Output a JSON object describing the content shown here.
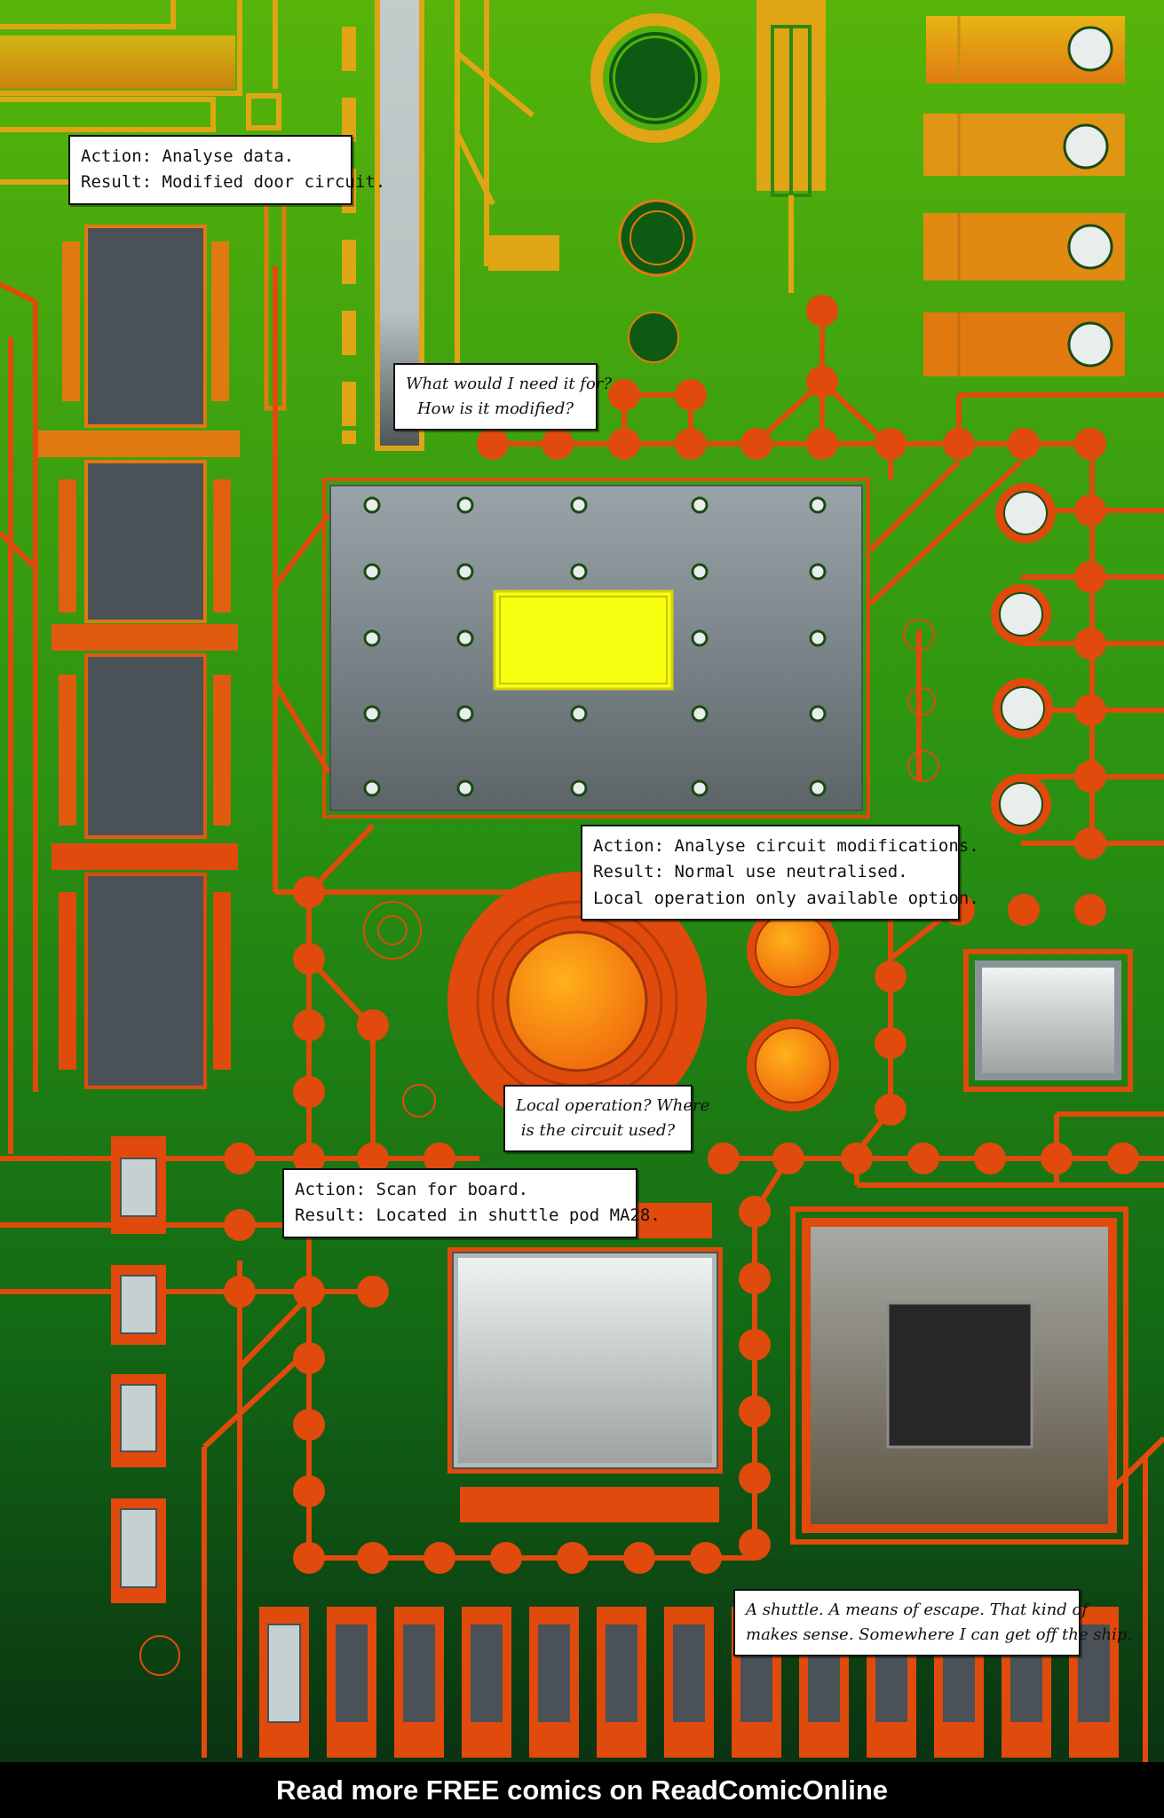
{
  "captions": {
    "c1": {
      "line1": "Action: Analyse data.",
      "line2": "Result: Modified door circuit."
    },
    "c2": {
      "line1": "What would I need it for?",
      "line2": "How is it modified?"
    },
    "c3": {
      "line1": "Action: Analyse circuit modifications.",
      "line2": "Result: Normal use neutralised.",
      "line3": "Local operation only available option."
    },
    "c4": {
      "line1": "Local operation? Where",
      "line2": "is the circuit used?"
    },
    "c5": {
      "line1": "Action: Scan for board.",
      "line2": "Result: Located in shuttle pod MA28."
    },
    "c6": {
      "line1": "A shuttle. A means of escape. That kind of",
      "line2": "makes sense. Somewhere I can get off the ship."
    }
  },
  "footer": {
    "text": "Read more FREE comics on ReadComicOnline"
  },
  "colors": {
    "board_top": "#4fb00a",
    "board_mid": "#1e8a10",
    "board_bottom": "#0b3a12",
    "trace": "#e04a0c",
    "gold": "#e0a514",
    "chip": "#4a5257",
    "screen": "#f7ff10",
    "panel": "#8a9498"
  }
}
